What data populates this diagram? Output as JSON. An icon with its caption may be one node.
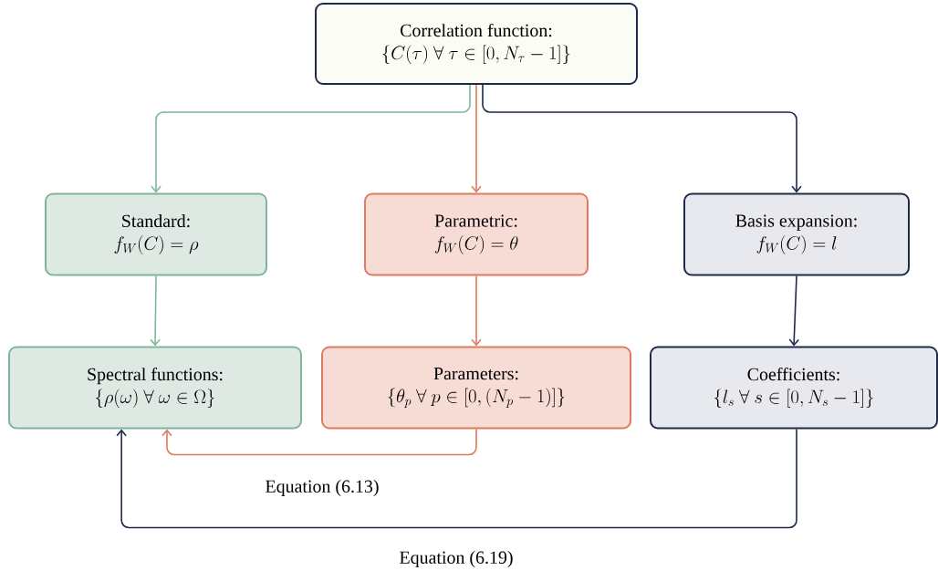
{
  "diagram": {
    "nodes": [
      {
        "text": [
          "Correlation function:",
          "\\{C(\\tau)\\ \\forall\\ \\tau \\in [0, N_\\tau - 1]\\}"
        ]
      },
      {
        "text": [
          "Standard:",
          "f_W(C) = \\rho"
        ]
      },
      {
        "text": [
          "Parametric:",
          "f_W(C) = \\theta"
        ]
      },
      {
        "text": [
          "Basis expansion:",
          "f_W(C) = l"
        ]
      },
      {
        "text": [
          "Spectral functions:",
          "\\{\\rho(\\omega)\\ \\forall\\ \\omega \\in \\Omega\\}"
        ]
      },
      {
        "text": [
          "Parameters:",
          "\\{\\theta_p\\ \\forall\\ p \\in [0, (N_p - 1)]\\}"
        ]
      },
      {
        "text": [
          "Coefficients:",
          "\\{l_s\\ \\forall\\ s \\in [0, N_s - 1]\\}"
        ]
      }
    ],
    "edges": [
      {
        "from": 0,
        "to": 1,
        "arrow": "to",
        "color": "#7fb59a"
      },
      {
        "from": 0,
        "to": 2,
        "arrow": "to",
        "color": "#e07a5f"
      },
      {
        "from": 0,
        "to": 3,
        "arrow": "to",
        "color": "#1d2a4a"
      },
      {
        "from": 1,
        "to": 4,
        "arrow": "to",
        "color": "#7fb59a"
      },
      {
        "from": 2,
        "to": 5,
        "arrow": "to",
        "color": "#e07a5f"
      },
      {
        "from": 3,
        "to": 6,
        "arrow": "to",
        "color": "#1d2a4a"
      },
      {
        "from": 5,
        "to": 4,
        "arrow": "to",
        "label": "Equation (6.13)",
        "color": "#e07a5f"
      },
      {
        "from": 6,
        "to": 4,
        "arrow": "to",
        "label": "Equation (6.19)",
        "color": "#1d2a4a"
      }
    ]
  }
}
